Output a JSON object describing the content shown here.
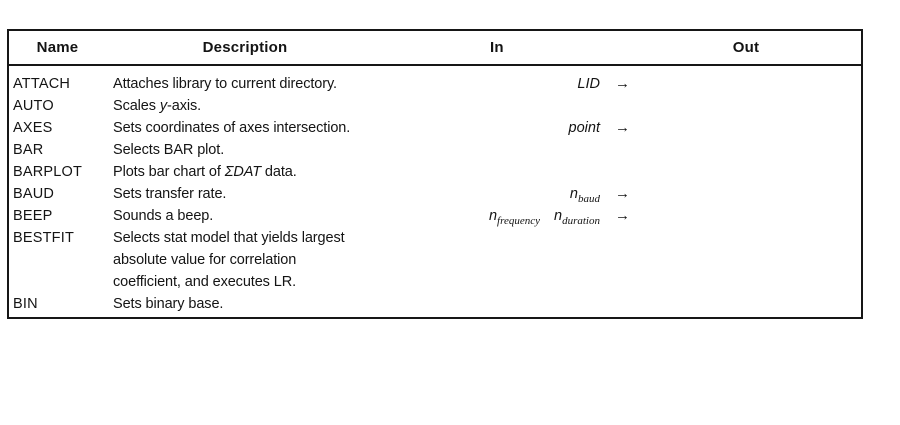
{
  "table": {
    "border_color": "#161616",
    "text_color": "#141414",
    "background": "#ffffff",
    "arrow": "→",
    "headers": {
      "name": "Name",
      "description": "Description",
      "in": "In",
      "out": "Out"
    },
    "rows": [
      {
        "name": "ATTACH",
        "desc": "Attaches library to current directory.",
        "in_main": "LID"
      },
      {
        "name": "AUTO",
        "desc_pre": "Scales ",
        "desc_italic": "y",
        "desc_post": "-axis."
      },
      {
        "name": "AXES",
        "desc": "Sets coordinates of axes intersection.",
        "in_main": "point"
      },
      {
        "name": "BAR",
        "desc": "Selects BAR plot."
      },
      {
        "name": "BARPLOT",
        "desc_pre": "Plots bar chart of ",
        "desc_italic": "ΣDAT",
        "desc_post": " data."
      },
      {
        "name": "BAUD",
        "desc": "Sets transfer rate.",
        "in_var": "n",
        "in_sub": "baud"
      },
      {
        "name": "BEEP",
        "desc": "Sounds a beep.",
        "in_var1": "n",
        "in_sub1": "frequency",
        "in_var2": "n",
        "in_sub2": "duration"
      },
      {
        "name": "BESTFIT",
        "desc_lines": [
          "Selects stat model that yields largest",
          "absolute value for correlation",
          "coefficient, and executes LR."
        ]
      },
      {
        "name": "BIN",
        "desc": "Sets binary base."
      }
    ]
  }
}
